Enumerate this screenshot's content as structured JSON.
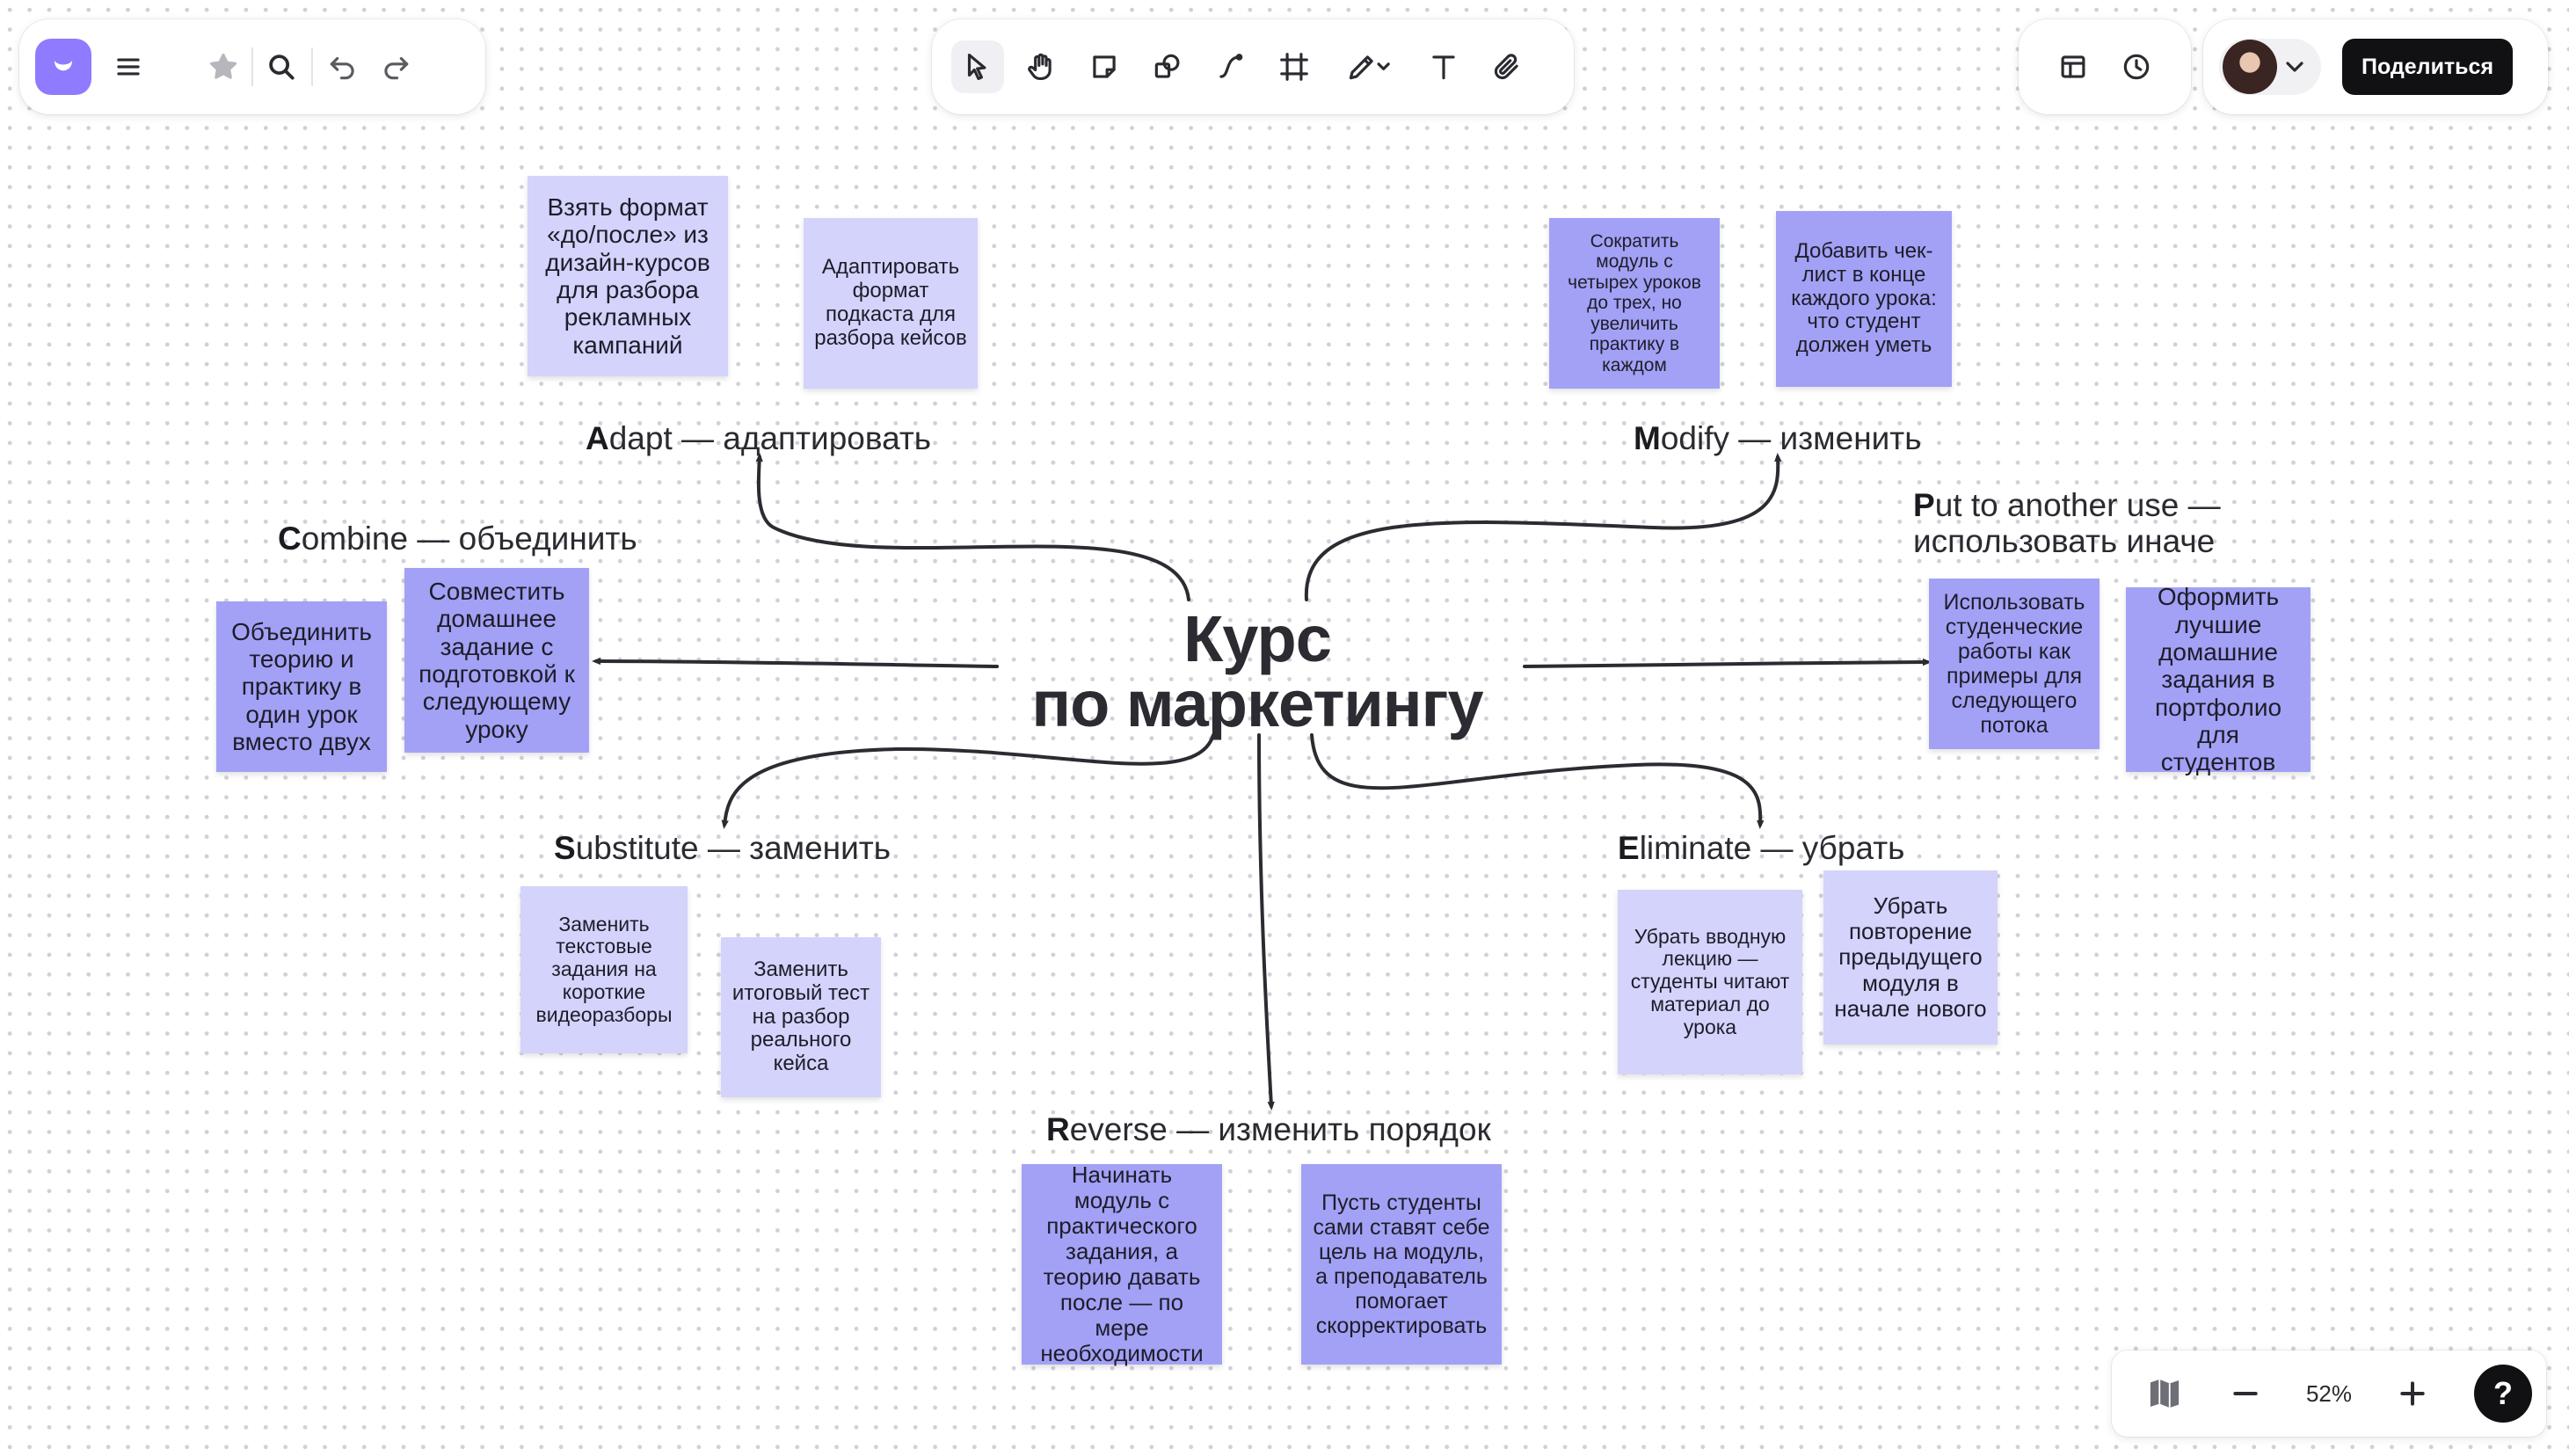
{
  "toolbar_left": {
    "logo_icon": "app-logo-icon",
    "menu_icon": "hamburger-icon",
    "star_icon": "star-icon",
    "search_icon": "search-icon",
    "undo_icon": "undo-icon",
    "redo_icon": "redo-icon"
  },
  "toolbar_center": {
    "tools": [
      "select-icon",
      "hand-icon",
      "sticky-note-icon",
      "shapes-icon",
      "connector-icon",
      "frame-icon",
      "pen-icon",
      "text-icon",
      "attach-icon"
    ],
    "active_tool": "select"
  },
  "toolbar_right": {
    "layout_icon": "layout-icon",
    "history_icon": "clock-icon",
    "share_label": "Поделиться"
  },
  "board": {
    "title_line1": "Курс",
    "title_line2": "по маркетингу",
    "sections": {
      "adapt": {
        "letter": "A",
        "rest": "dapt — адаптировать",
        "notes": [
          "Взять формат «до/после» из дизайн-курсов для разбора рекламных кампаний",
          "Адаптировать формат подкаста для разбора кейсов"
        ]
      },
      "modify": {
        "letter": "M",
        "rest": "odify — изменить",
        "notes": [
          "Сократить модуль с четырех уроков до трех, но увеличить практику в каждом",
          "Добавить чек-лист в конце каждого урока: что студент должен уметь"
        ]
      },
      "combine": {
        "letter": "C",
        "rest": "ombine — объединить",
        "notes": [
          "Объединить теорию и практику в один урок вместо двух",
          "Совместить домашнее задание с подготовкой к следующему уроку"
        ]
      },
      "put": {
        "letter": "P",
        "rest_line1": "ut to another use —",
        "line2": "использовать иначе",
        "notes": [
          "Использовать студенческие работы как примеры для следующего потока",
          "Оформить лучшие домашние задания в портфолио для студентов"
        ]
      },
      "substitute": {
        "letter": "S",
        "rest": "ubstitute — заменить",
        "notes": [
          "Заменить текстовые задания на короткие видеоразборы",
          "Заменить итоговый тест на разбор реального кейса"
        ]
      },
      "eliminate": {
        "letter": "E",
        "rest": "liminate — убрать",
        "notes": [
          "Убрать вводную лекцию — студенты читают материал до урока",
          "Убрать повторение предыдущего модуля в начале нового"
        ]
      },
      "reverse": {
        "letter": "R",
        "rest": "everse — изменить порядок",
        "notes": [
          "Начинать модуль с практического задания, а теорию давать после — по мере необходимости",
          "Пусть студенты сами ставят себе цель на модуль, а преподаватель помогает скорректировать"
        ]
      }
    }
  },
  "zoom": {
    "map_icon": "map-icon",
    "zoom_out_icon": "minus-icon",
    "value": "52%",
    "zoom_in_icon": "plus-icon",
    "help_label": "?"
  },
  "colors": {
    "note_dark": "#a3a1f5",
    "note_light": "#d4d3fb",
    "logo": "#8f7bff",
    "share_button": "#111114"
  }
}
